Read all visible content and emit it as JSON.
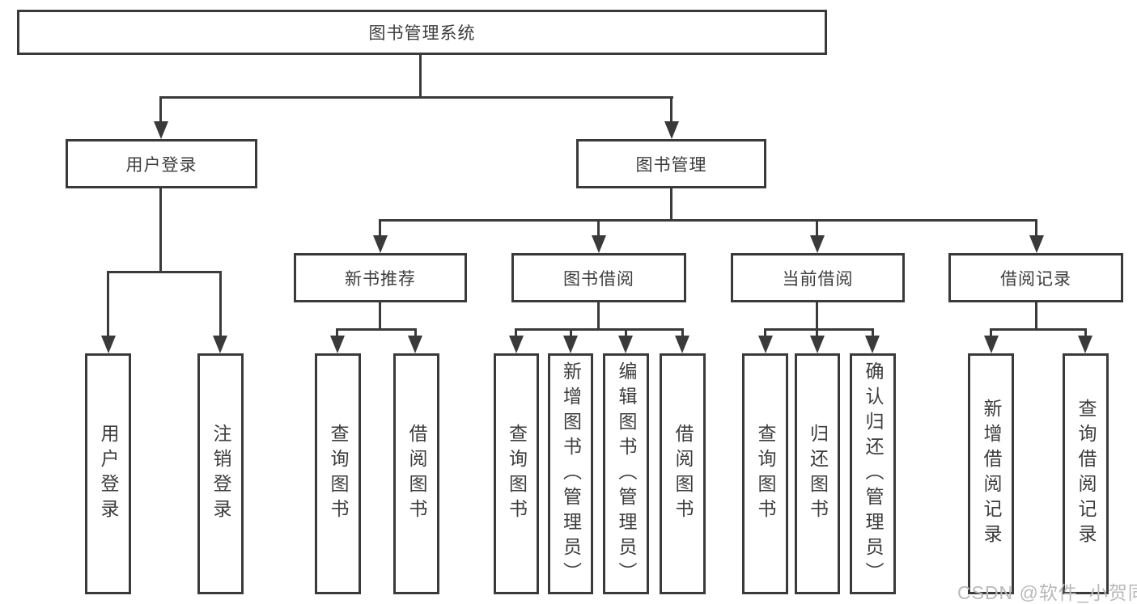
{
  "diagram": {
    "title": "图书管理系统",
    "tree": {
      "label": "图书管理系统",
      "children": [
        {
          "label": "用户登录",
          "children": [
            {
              "label": "用户登录"
            },
            {
              "label": "注销登录"
            }
          ]
        },
        {
          "label": "图书管理",
          "children": [
            {
              "label": "新书推荐",
              "children": [
                {
                  "label": "查询图书"
                },
                {
                  "label": "借阅图书"
                }
              ]
            },
            {
              "label": "图书借阅",
              "children": [
                {
                  "label": "查询图书"
                },
                {
                  "label": "新增图书（管理员）"
                },
                {
                  "label": "编辑图书（管理员）"
                },
                {
                  "label": "借阅图书"
                }
              ]
            },
            {
              "label": "当前借阅",
              "children": [
                {
                  "label": "查询图书"
                },
                {
                  "label": "归还图书"
                },
                {
                  "label": "确认归还（管理员）"
                }
              ]
            },
            {
              "label": "借阅记录",
              "children": [
                {
                  "label": "新增借阅记录"
                },
                {
                  "label": "查询借阅记录"
                }
              ]
            }
          ]
        }
      ]
    }
  },
  "watermark": {
    "text": "CSDN @软件_小贺同学"
  },
  "colors": {
    "line": "#3a3a3a",
    "node_text": "#3d3d3d",
    "node_fill": "#ffffff",
    "background": "#ffffff",
    "watermark": "#b9b9b9"
  }
}
